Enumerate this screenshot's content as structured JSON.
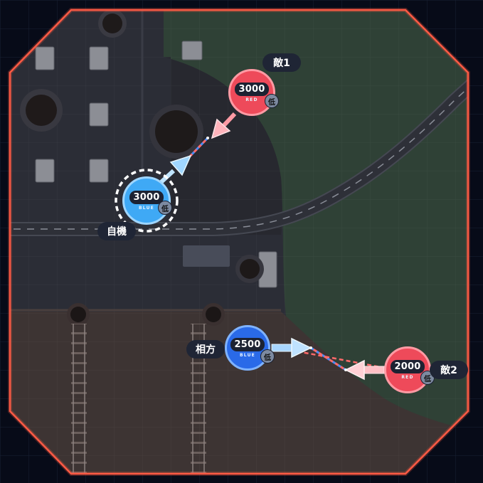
{
  "units": {
    "self": {
      "label": "自機",
      "altitude": "3000",
      "team": "BLUE",
      "speed_badge": "低",
      "color": "#3fa9f5"
    },
    "ally": {
      "label": "相方",
      "altitude": "2500",
      "team": "BLUE",
      "speed_badge": "低",
      "color": "#2a6ae8"
    },
    "enemy1": {
      "label": "敵1",
      "altitude": "3000",
      "team": "RED",
      "speed_badge": "低",
      "color": "#ee4a5a"
    },
    "enemy2": {
      "label": "敵2",
      "altitude": "2000",
      "team": "RED",
      "speed_badge": "低",
      "color": "#ee4a5a"
    }
  },
  "colors": {
    "arena_border": "#ff5a45",
    "grass": "#2f4136",
    "asphalt": "#2b2d36",
    "dirt": "#3d3433",
    "background": "#070b18"
  }
}
